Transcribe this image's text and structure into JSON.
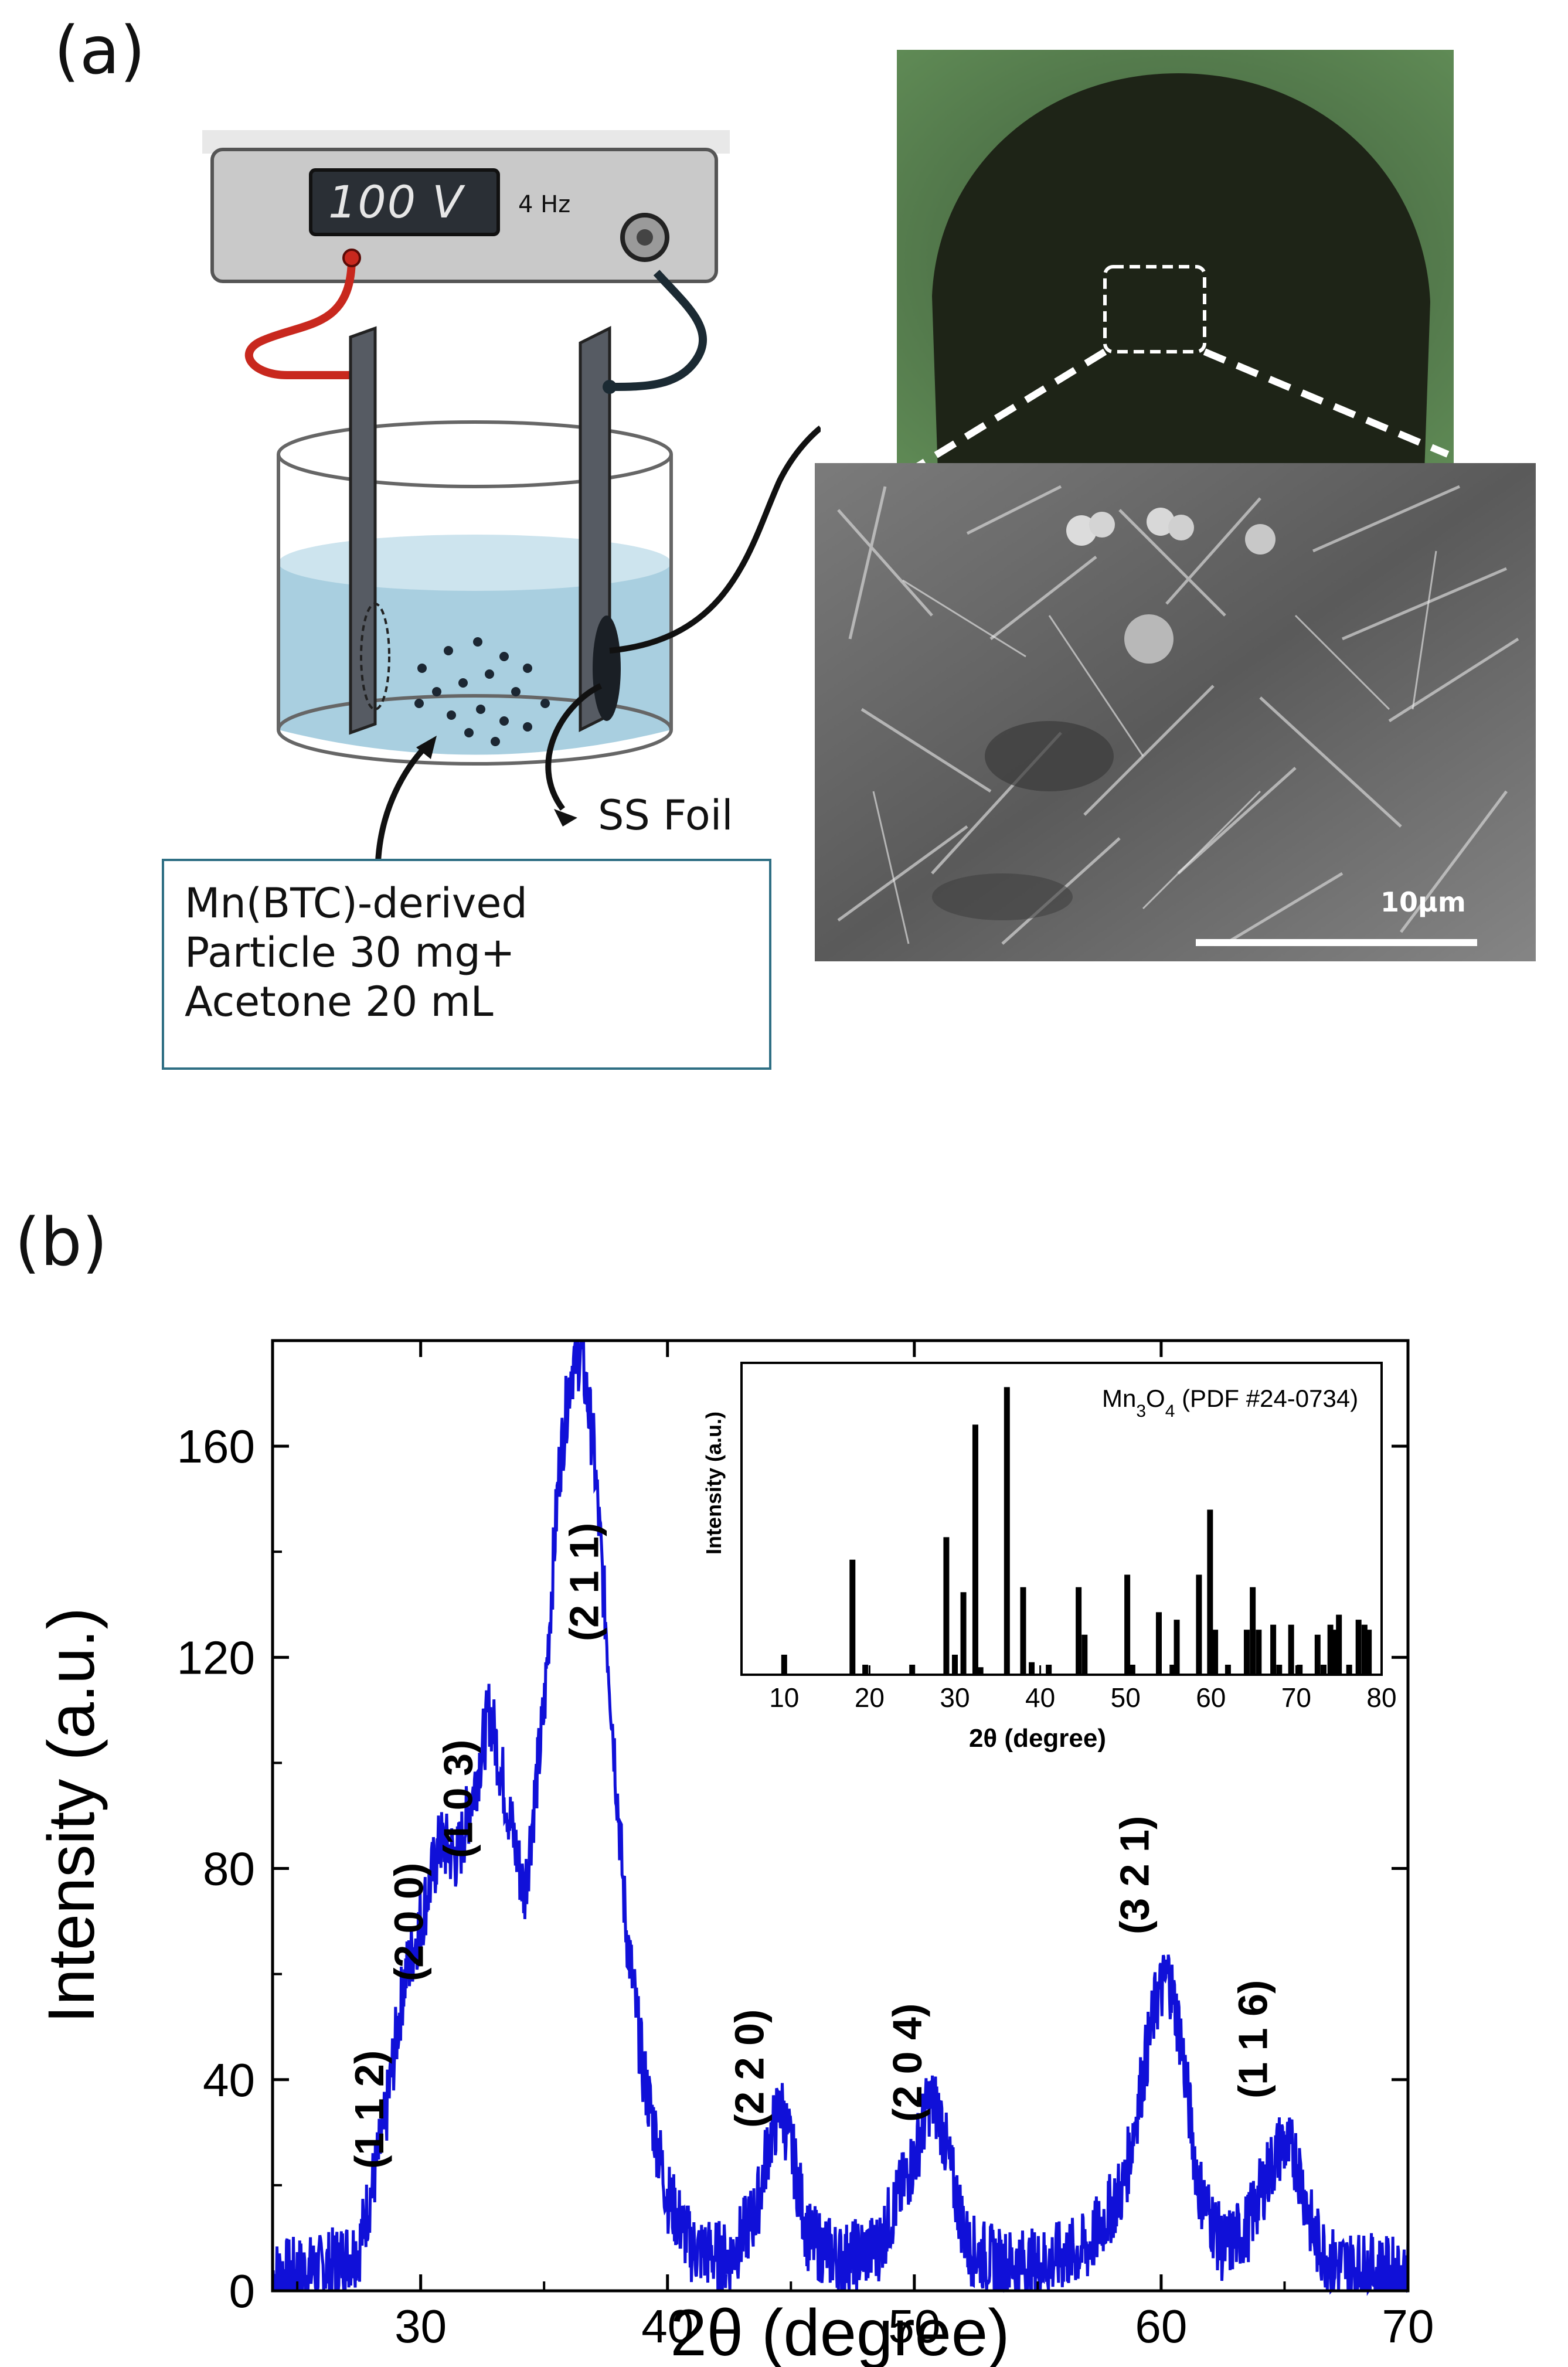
{
  "panel_a": {
    "label": "(a)",
    "power_supply": {
      "voltage": "100 V",
      "frequency": "4 Hz"
    },
    "foil_label": "SS Foil",
    "solution_lines": [
      "Mn(BTC)-derived",
      "Particle  30 mg+",
      "Acetone 20 mL"
    ],
    "sem_scalebar": "10μm"
  },
  "panel_b": {
    "label": "(b)"
  },
  "colors": {
    "xrd_line": "#1010d8",
    "inset_bars": "#000000",
    "cable_red": "#c8281e",
    "cable_dark": "#1b2a33",
    "liquid": "#a9cfe0"
  },
  "chart_data": [
    {
      "type": "line",
      "xlabel": "2θ (degree)",
      "ylabel": "Intensity (a.u.)",
      "xlim": [
        24,
        70
      ],
      "ylim": [
        0,
        180
      ],
      "xticks": [
        30,
        40,
        50,
        60,
        70
      ],
      "yticks": [
        0,
        40,
        80,
        120,
        160
      ],
      "grid": false,
      "series": [
        {
          "x": [
            24,
            26,
            27.5,
            28.5,
            29.3,
            30,
            30.8,
            31.5,
            32.2,
            32.8,
            33.4,
            34.2,
            35,
            35.6,
            36.1,
            36.5,
            37,
            37.6,
            38.3,
            39,
            40,
            41,
            42.5,
            43.6,
            44.1,
            44.6,
            45.1,
            45.7,
            47,
            48.5,
            50,
            50.6,
            51,
            51.5,
            52.2,
            53.5,
            55,
            57,
            58.5,
            59.3,
            59.8,
            60.3,
            60.8,
            61.5,
            62.5,
            63.5,
            64.3,
            64.9,
            65.5,
            66.2,
            67,
            68.5,
            70
          ],
          "y": [
            3,
            4,
            8,
            30,
            58,
            70,
            85,
            82,
            96,
            110,
            95,
            75,
            110,
            155,
            175,
            178,
            160,
            120,
            70,
            42,
            18,
            8,
            6,
            15,
            28,
            35,
            25,
            10,
            6,
            8,
            25,
            36,
            34,
            22,
            8,
            5,
            5,
            8,
            20,
            42,
            55,
            60,
            48,
            20,
            8,
            12,
            22,
            28,
            25,
            10,
            5,
            4,
            3
          ]
        }
      ],
      "annotations": [
        "(1 1 2)",
        "(2 0 0)",
        "(1 0 3)",
        "(2 1 1)",
        "(2 2 0)",
        "(2 0 4)",
        "(3 2 1)",
        "(1 1 6)"
      ],
      "annotation_x": [
        29.2,
        30.8,
        32.8,
        37.9,
        44.6,
        51.0,
        60.2,
        65.0
      ]
    },
    {
      "type": "bar",
      "title": "Mn3O4 (PDF #24-0734)",
      "xlabel": "2θ (degree)",
      "ylabel": "Intensity (a.u.)",
      "xlim": [
        5,
        80
      ],
      "ylim": [
        0,
        100
      ],
      "xticks": [
        10,
        20,
        30,
        40,
        50,
        60,
        70,
        80
      ],
      "x": [
        10,
        18,
        19.5,
        25,
        29,
        30,
        31,
        32.4,
        33,
        36.1,
        38,
        39,
        41,
        44.5,
        45.2,
        50.2,
        50.8,
        53.9,
        55.5,
        56,
        58.6,
        59.9,
        60.5,
        62,
        64.2,
        64.9,
        65.6,
        67.3,
        68,
        69.4,
        70.4,
        72.5,
        73.2,
        74,
        74.4,
        75,
        76.2,
        77.3,
        78,
        78.5
      ],
      "values": [
        8,
        46,
        4,
        4,
        55,
        8,
        33,
        100,
        3,
        115,
        35,
        5,
        4,
        35,
        16,
        40,
        4,
        25,
        4,
        22,
        40,
        66,
        18,
        4,
        18,
        35,
        18,
        20,
        4,
        20,
        4,
        16,
        4,
        20,
        18,
        24,
        4,
        22,
        20,
        18
      ]
    }
  ]
}
